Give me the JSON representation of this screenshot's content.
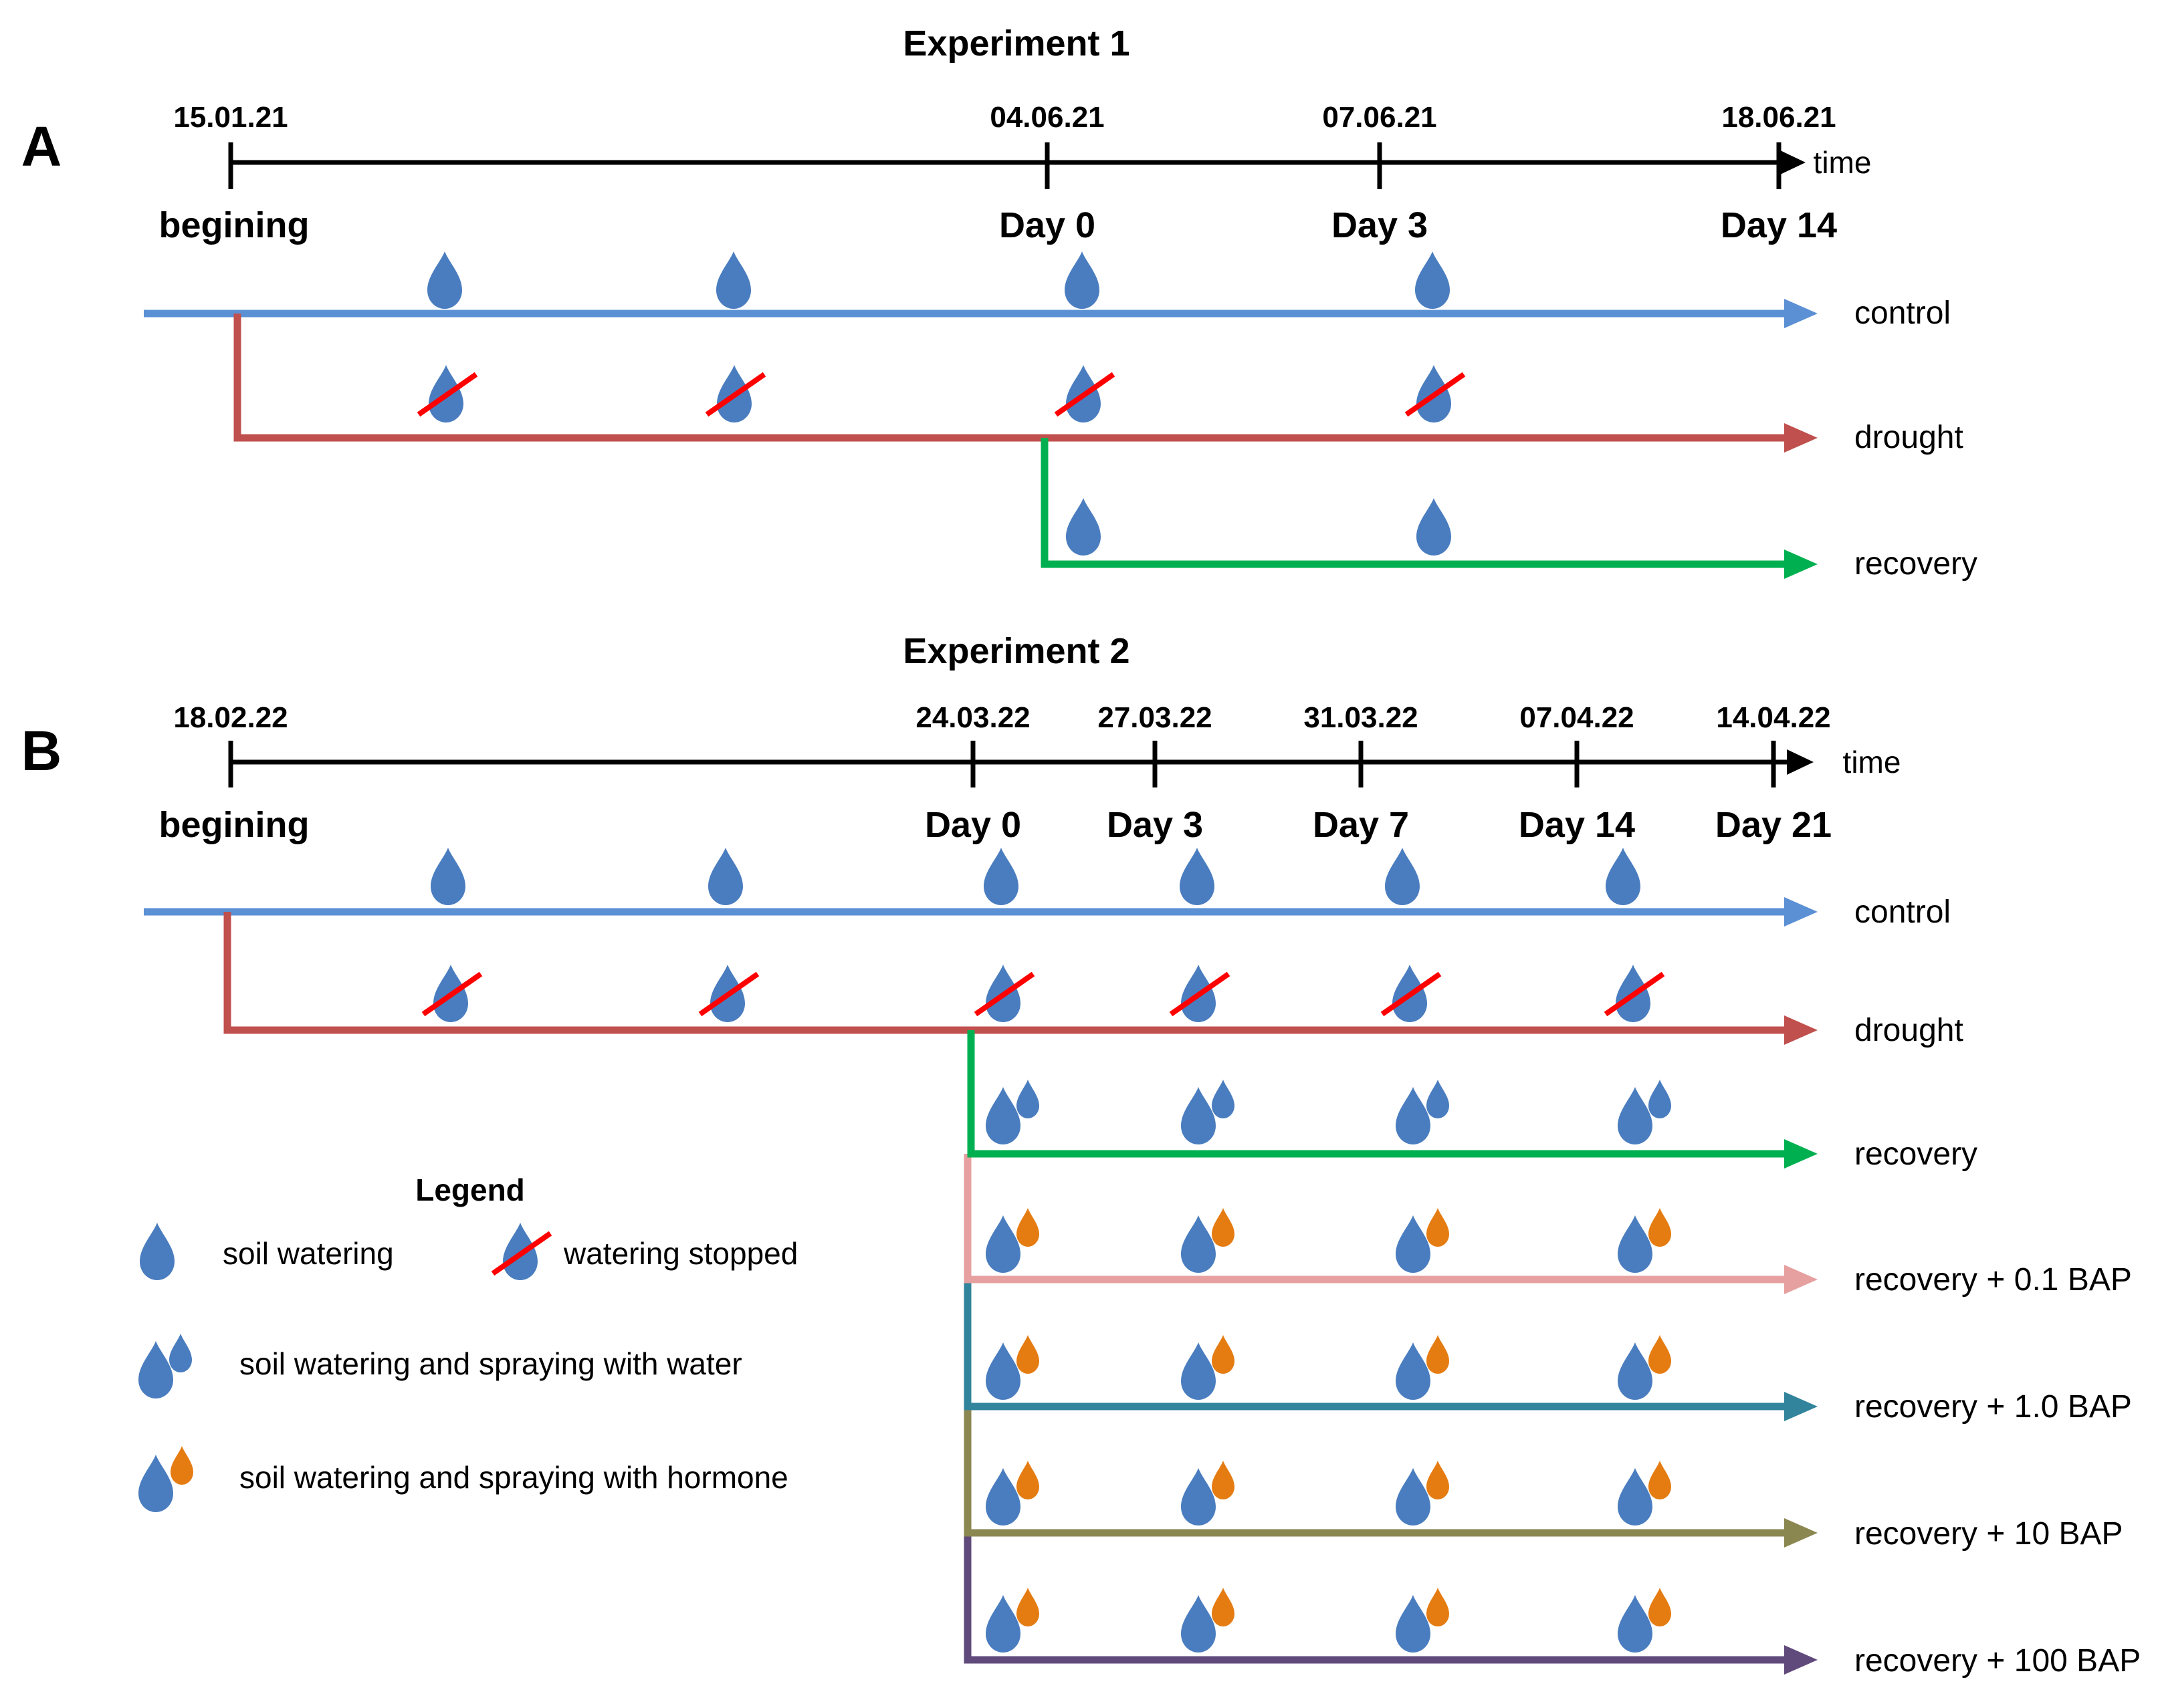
{
  "colors": {
    "water": "#4a7dbf",
    "hormone": "#e57c12",
    "cross": "#ff0000",
    "axis": "#000000",
    "control": "#5b90d4",
    "drought": "#c0504d",
    "recovery": "#00b050",
    "bap01": "#e6a0a0",
    "bap1": "#31849b",
    "bap10": "#8b8750",
    "bap100": "#604a7b"
  },
  "experiment1": {
    "title": "Experiment 1",
    "panel_label": "A",
    "time_label": "time",
    "ticks": [
      {
        "date": "15.01.21",
        "day": "begining"
      },
      {
        "date": "04.06.21",
        "day": "Day 0"
      },
      {
        "date": "07.06.21",
        "day": "Day 3"
      },
      {
        "date": "18.06.21",
        "day": "Day 14"
      }
    ],
    "series": [
      {
        "label": "control",
        "color_key": "control",
        "icon": "soil-watering"
      },
      {
        "label": "drought",
        "color_key": "drought",
        "icon": "watering-stopped"
      },
      {
        "label": "recovery",
        "color_key": "recovery",
        "icon": "soil-watering"
      }
    ]
  },
  "experiment2": {
    "title": "Experiment 2",
    "panel_label": "B",
    "time_label": "time",
    "ticks": [
      {
        "date": "18.02.22",
        "day": "begining"
      },
      {
        "date": "24.03.22",
        "day": "Day 0"
      },
      {
        "date": "27.03.22",
        "day": "Day 3"
      },
      {
        "date": "31.03.22",
        "day": "Day 7"
      },
      {
        "date": "07.04.22",
        "day": "Day 14"
      },
      {
        "date": "14.04.22",
        "day": "Day 21"
      }
    ],
    "series": [
      {
        "label": "control",
        "color_key": "control",
        "icon": "soil-watering"
      },
      {
        "label": "drought",
        "color_key": "drought",
        "icon": "watering-stopped"
      },
      {
        "label": "recovery",
        "color_key": "recovery",
        "icon": "spray-water"
      },
      {
        "label": "recovery + 0.1 BAP",
        "color_key": "bap01",
        "icon": "spray-hormone"
      },
      {
        "label": "recovery + 1.0 BAP",
        "color_key": "bap1",
        "icon": "spray-hormone"
      },
      {
        "label": "recovery + 10 BAP",
        "color_key": "bap10",
        "icon": "spray-hormone"
      },
      {
        "label": "recovery + 100 BAP",
        "color_key": "bap100",
        "icon": "spray-hormone"
      }
    ]
  },
  "legend": {
    "title": "Legend",
    "soil_watering": "soil watering",
    "watering_stopped": "watering stopped",
    "spray_water": "soil watering and spraying with water",
    "spray_hormone": "soil watering and spraying with hormone"
  }
}
